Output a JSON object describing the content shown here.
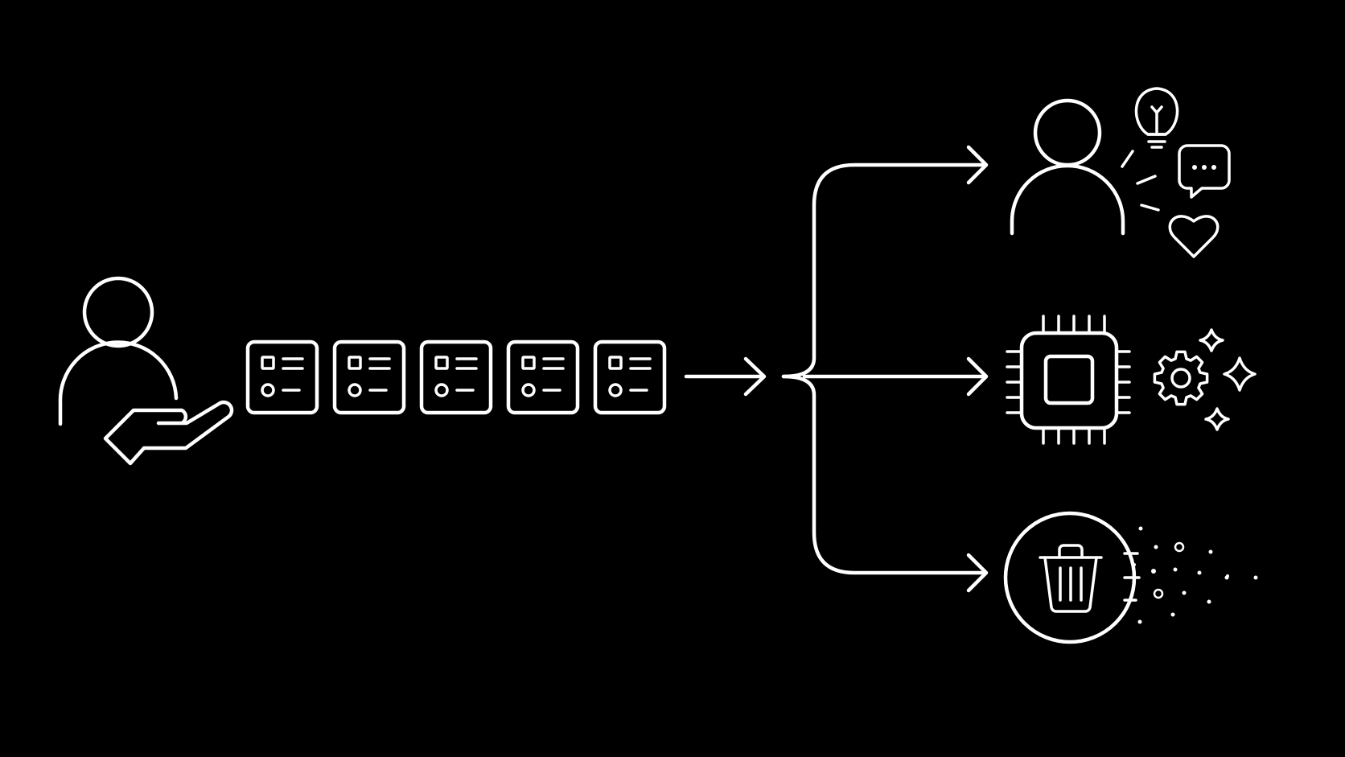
{
  "diagram": {
    "description_text": "",
    "card_count": 5,
    "outputs": [
      "person-insight",
      "processor-automation",
      "trash-disposal"
    ]
  },
  "colors": {
    "background": "#000000",
    "stroke": "#ffffff"
  }
}
